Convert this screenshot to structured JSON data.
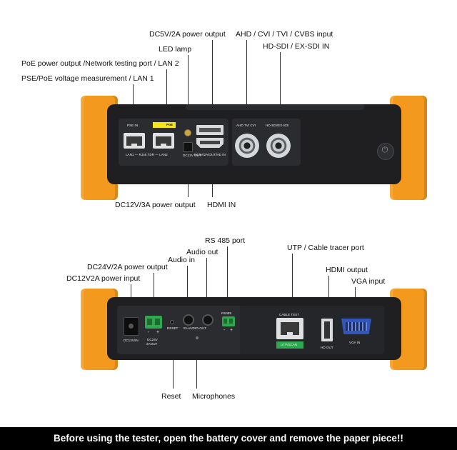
{
  "top_labels": {
    "dc5v": "DC5V/2A power output",
    "led": "LED lamp",
    "poe_out": "PoE power output /Network testing port / LAN 2",
    "pse": "PSE/PoE voltage measurement / LAN 1",
    "ahd": "AHD / CVI / TVI / CVBS input",
    "hdsdi": "HD-SDI / EX-SDI IN",
    "dc12v3a": "DC12V/3A power output",
    "hdmi_in": "HDMI IN"
  },
  "top_device": {
    "pse_in": "PSE IN",
    "poe": "PoE",
    "lan_row": "LAN1 — RJ45 TDR — LAN2",
    "dc_out": "DC12V OUT",
    "hdmi_port": "DC5V/2A/OUT/HD IN",
    "ahd_port": "AHD TVI CVI",
    "sdi_port": "HD-SDI/EX-SDI"
  },
  "bottom_labels": {
    "rs485": "RS 485 port",
    "audio_out": "Audio out",
    "audio_in": "Audio in",
    "dc24v": "DC24V/2A power output",
    "dc12v2a": "DC12V2A power input",
    "utp": "UTP / Cable tracer port",
    "hdmi_out": "HDMI output",
    "vga": "VGA input",
    "reset": "Reset",
    "mic": "Microphones"
  },
  "bottom_device": {
    "dc12vin": "DC12V/IN",
    "dc24v": "DC24V",
    "dc24v2": "2AOUT",
    "reset": "RESET",
    "audio": "IN-AUDIO-OUT",
    "rs485": "RS485",
    "minus": "-",
    "plus": "+",
    "cable_test": "CABLE TEST",
    "utp_scan": "UTP/SCAN",
    "hd_out": "HD OUT",
    "vga_in": "VGA IN"
  },
  "footer_text": "Before using the tester, open the battery cover and remove the paper piece!!",
  "colors": {
    "bumper": "#f39a1e",
    "device_body": "#1f1f21",
    "poe_badge": "#f6e51b",
    "terminal_green": "#2fa84f",
    "utp_green": "#2fa84f"
  }
}
